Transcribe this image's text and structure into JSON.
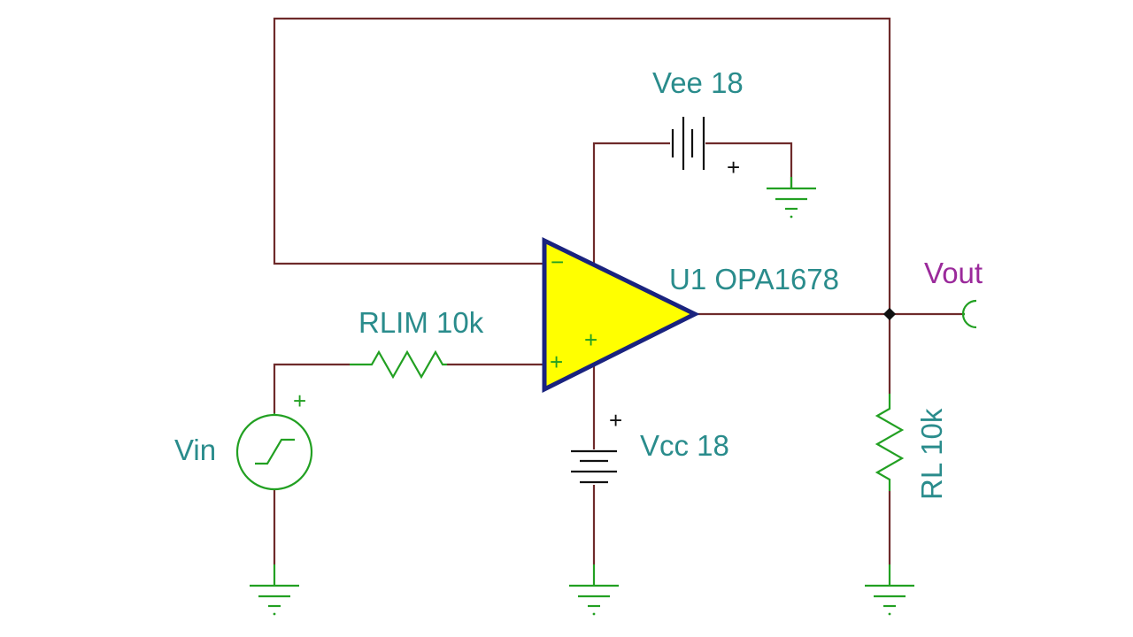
{
  "labels": {
    "vee": "Vee 18",
    "vcc": "Vcc 18",
    "opamp": "U1 OPA1678",
    "rlim": "RLIM 10k",
    "rl": "RL 10k",
    "vin": "Vin",
    "vout": "Vout"
  },
  "pins": {
    "inv": "−",
    "noninv": "+",
    "plus": "+"
  },
  "colors": {
    "wire": "#6e2a2a",
    "component": "#22a022",
    "label": "#2a8c8c",
    "output_label": "#9b2a9b",
    "opamp_fill": "#ffff00",
    "opamp_outline": "#1a237e",
    "battery": "#111111"
  }
}
